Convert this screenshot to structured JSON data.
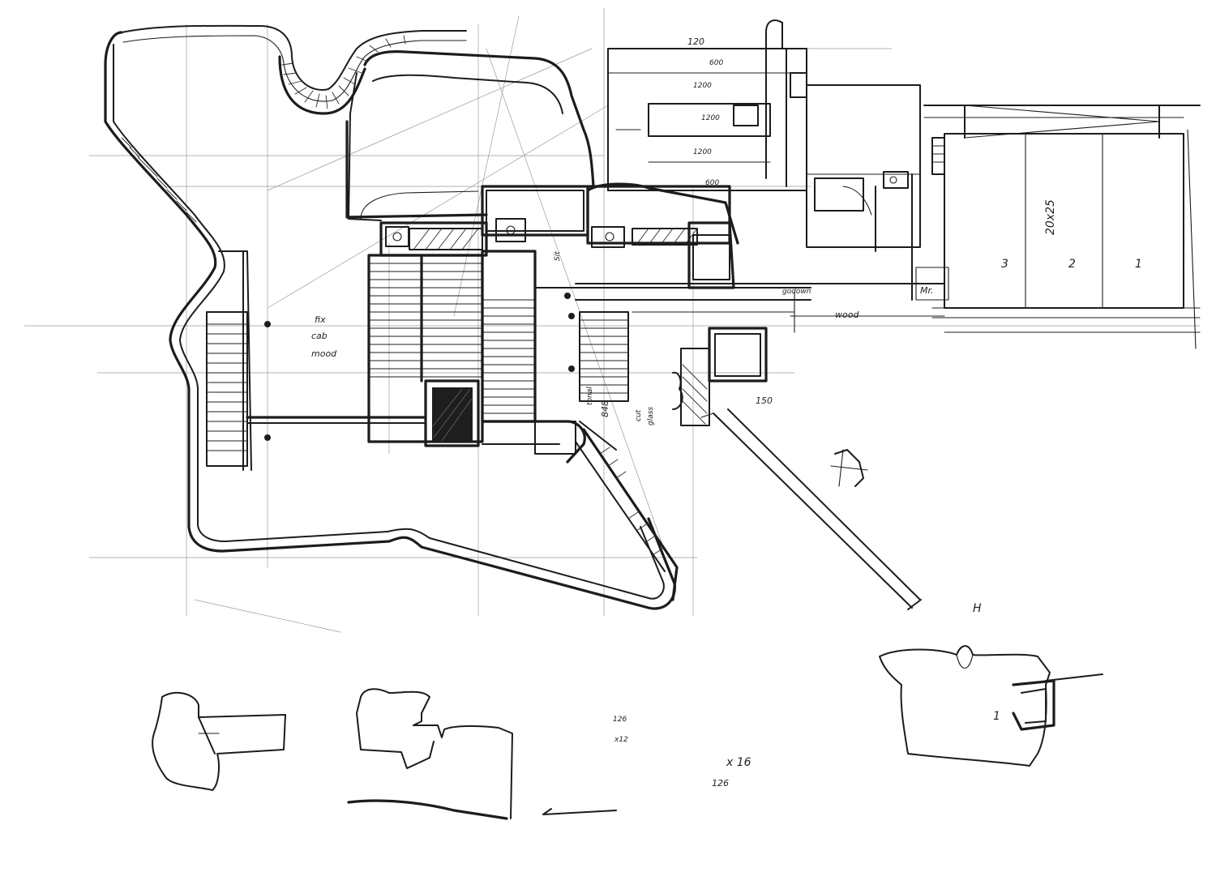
{
  "drawing": {
    "ink_color": "#1c1c1c",
    "paper_color": "#ffffff"
  },
  "annotations": {
    "dim_a": "120",
    "dim_b": "600",
    "dim_c": "1200",
    "dim_d": "1200",
    "dim_e": "1200",
    "dim_f": "600",
    "garage_dims": "20x25",
    "bay_1": "1",
    "bay_2": "2",
    "bay_3": "3",
    "note_wood": "wood",
    "note_mr": "Mr.",
    "note_godown": "godown",
    "note_left_a": "fix",
    "note_left_b": "cab",
    "note_left_c": "mood",
    "note_rot_a": "Sit",
    "note_stair": "848",
    "note_stair_b": "tonal",
    "note_center_a": "cut",
    "note_center_b": "glass",
    "note_right_mid": "150",
    "note_bottom_a": "126",
    "note_bottom_b": "x 16",
    "note_bottom_c": "x12",
    "note_bottom_d": "126",
    "note_small_1": "1",
    "note_top_right": "H"
  }
}
